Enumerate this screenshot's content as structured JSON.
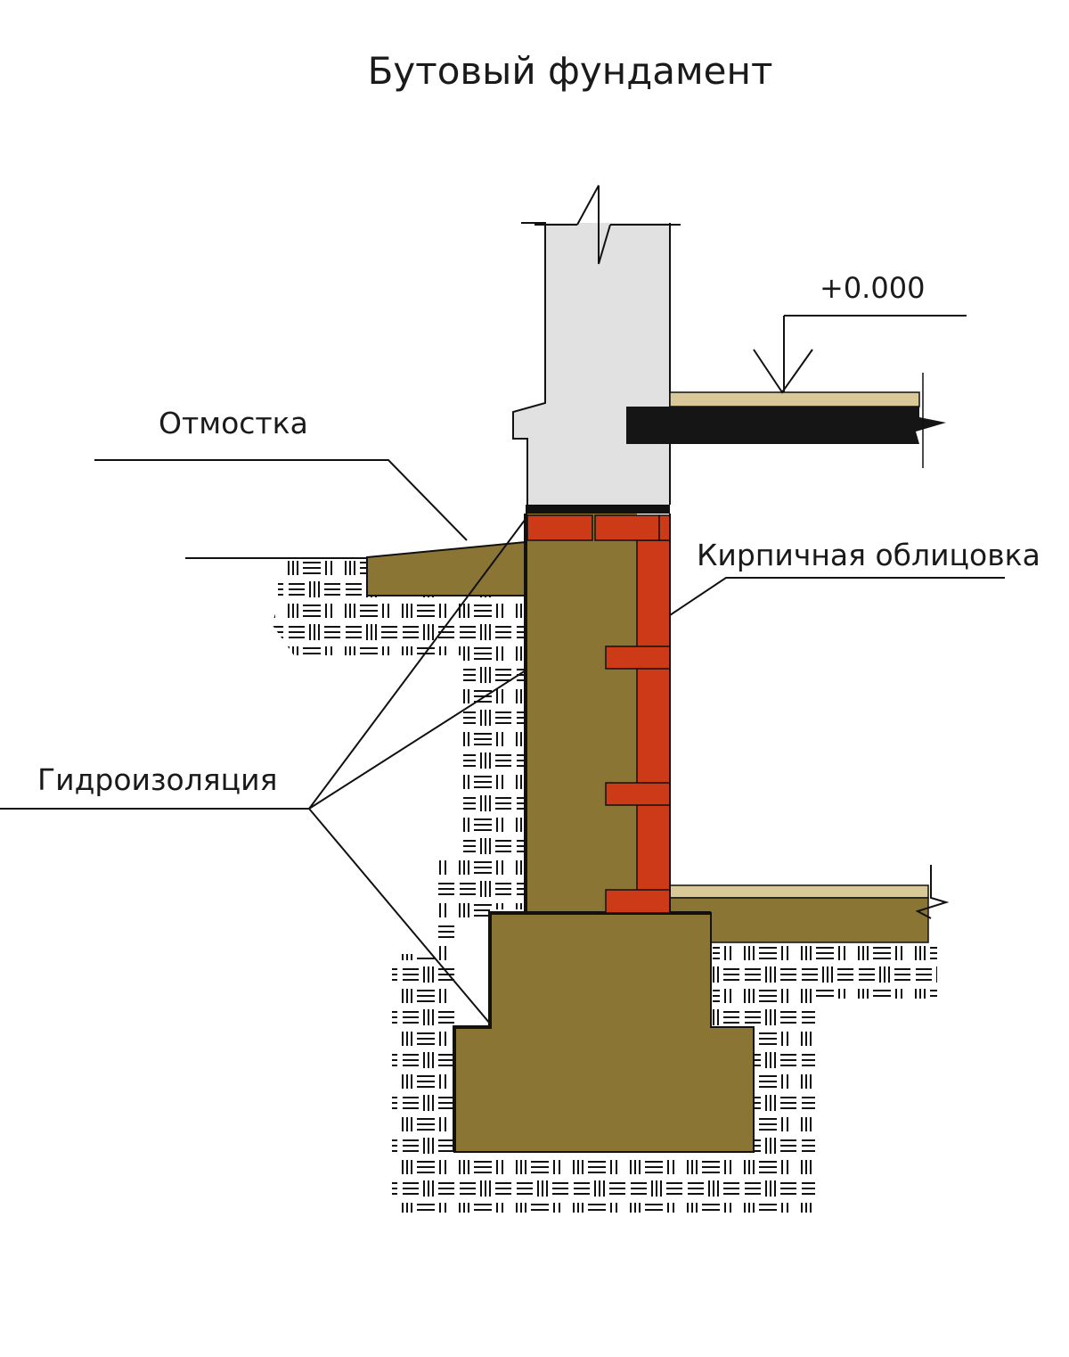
{
  "title": "Бутовый фундамент",
  "labels": {
    "blind_area": "Отмостка",
    "brick_facing": "Кирпичная облицовка",
    "waterproofing": "Гидроизоляция",
    "elevation": "+0.000"
  },
  "colors": {
    "rubble": "#8b7535",
    "brick": "#cc3a17",
    "wall": "#e1e1e1",
    "floor_finish": "#d9c898",
    "slab": "#151515",
    "outline": "#111111",
    "soil_hatch": "#111111"
  }
}
